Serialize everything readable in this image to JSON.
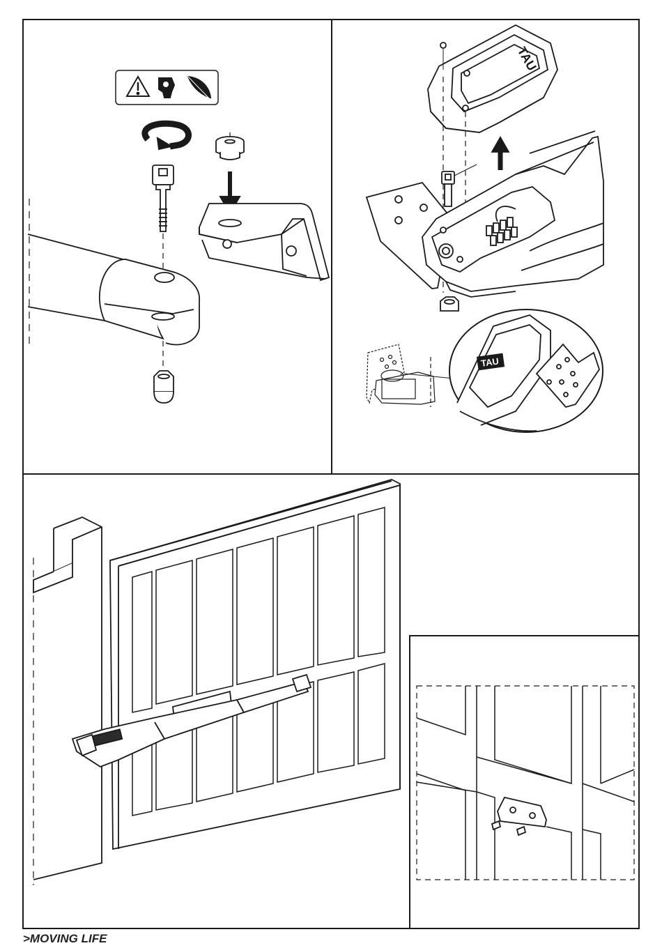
{
  "footer": {
    "brand": ">MOVING LIFE"
  },
  "panels": {
    "top_left": {
      "icons": [
        "warning-icon",
        "wrench-icon",
        "grease-feather-icon"
      ]
    },
    "top_right": {
      "cover_logo": "TAU",
      "zoom_logo": "TAU"
    },
    "bottom": {
      "inset": "bracket-detail"
    }
  },
  "colors": {
    "line": "#1a1a1a",
    "fill_dark": "#2b2b2b",
    "fill_light": "#ffffff"
  }
}
